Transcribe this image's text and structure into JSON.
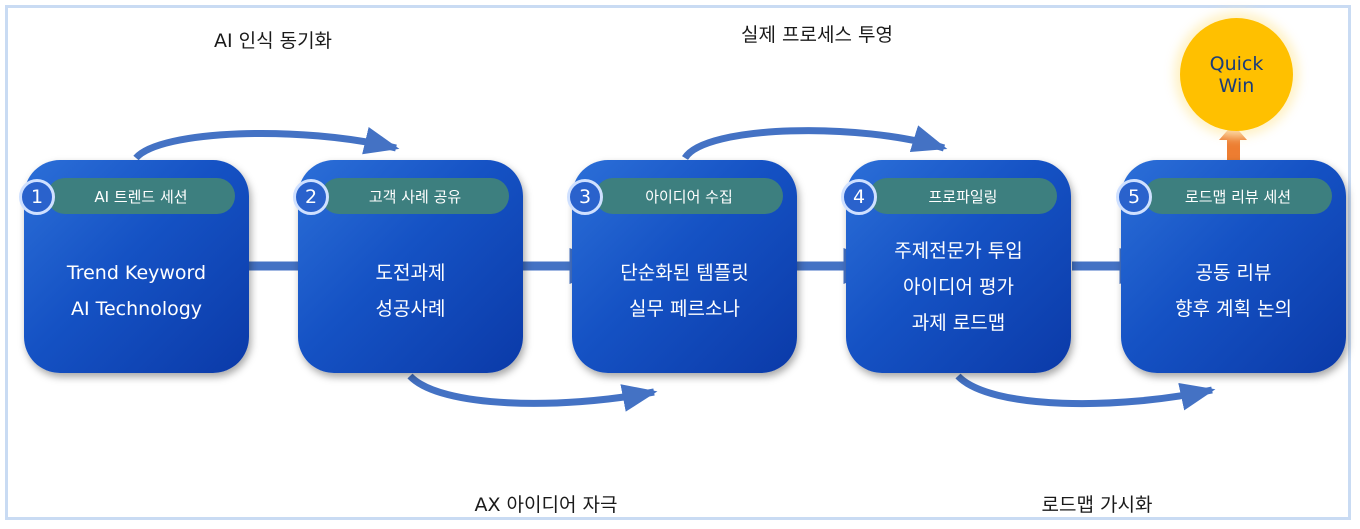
{
  "captions": {
    "top_left": "AI 인식 동기화",
    "top_mid": "실제 프로세스 투영",
    "bottom_left": "AX 아이디어 자극",
    "bottom_right": "로드맵 가시화"
  },
  "quick_win": {
    "line1": "Quick",
    "line2": "Win"
  },
  "colors": {
    "box": "#1552c4",
    "pill": "#3d7f7f",
    "arrow": "#4472c4",
    "quick_win": "#ffc000",
    "up_arrow": "#ed7d31"
  },
  "steps": [
    {
      "number": "1",
      "title": "AI 트렌드 세션",
      "lines": [
        "Trend Keyword",
        "AI Technology"
      ]
    },
    {
      "number": "2",
      "title": "고객 사례 공유",
      "lines": [
        "도전과제",
        "성공사례"
      ]
    },
    {
      "number": "3",
      "title": "아이디어 수집",
      "lines": [
        "단순화된 템플릿",
        "실무 페르소나"
      ]
    },
    {
      "number": "4",
      "title": "프로파일링",
      "lines": [
        "주제전문가 투입",
        "아이디어 평가",
        "과제 로드맵"
      ]
    },
    {
      "number": "5",
      "title": "로드맵 리뷰 세션",
      "lines": [
        "공동 리뷰",
        "향후 계획 논의"
      ]
    }
  ]
}
